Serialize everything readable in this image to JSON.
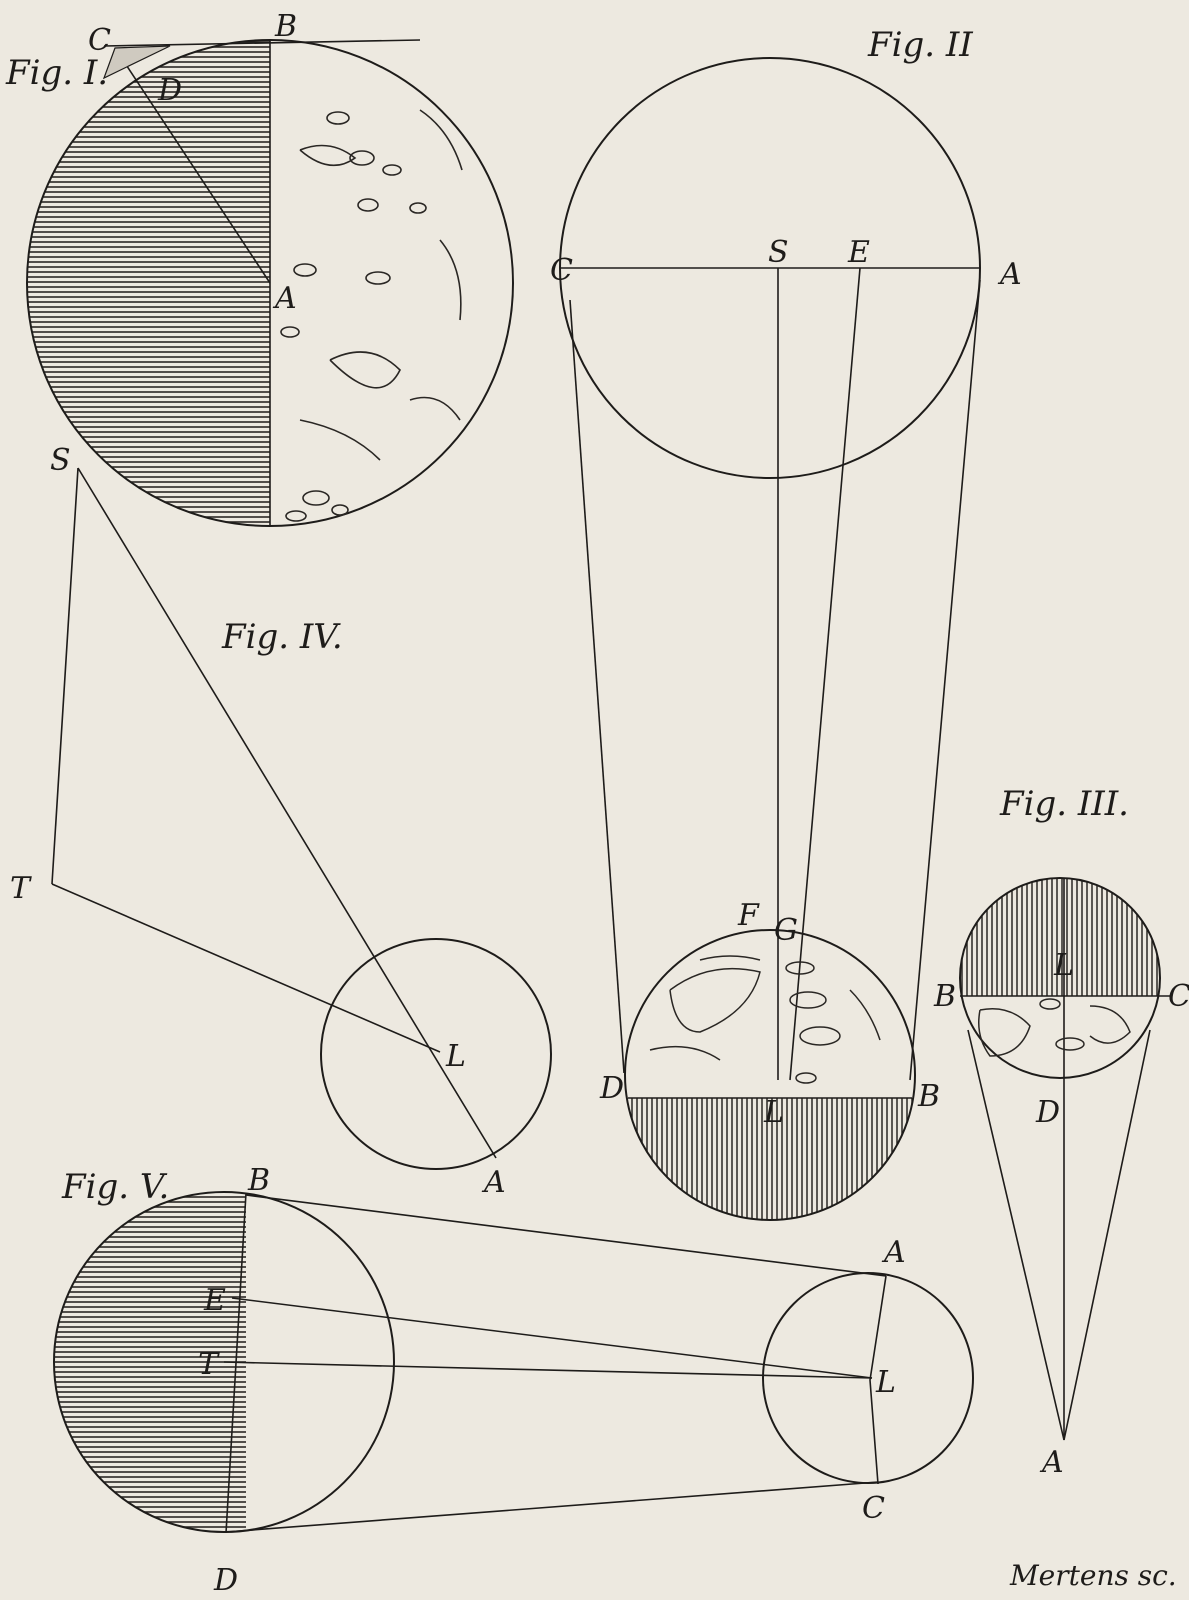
{
  "plate": {
    "colors": {
      "paper": "#ede9e0",
      "ink": "#1e1c1a"
    },
    "signature": "Mertens sc.",
    "figures": [
      {
        "id": "fig1",
        "title": "Fig. I.",
        "labels": {
          "C": "C",
          "B": "B",
          "D": "D",
          "A": "A"
        }
      },
      {
        "id": "fig2",
        "title": "Fig. II",
        "labels": {
          "C": "C",
          "S": "S",
          "E": "E",
          "A": "A",
          "F": "F",
          "G": "G",
          "D": "D",
          "L": "L",
          "B": "B"
        }
      },
      {
        "id": "fig3",
        "title": "Fig. III.",
        "labels": {
          "B": "B",
          "C": "C",
          "L": "L",
          "D": "D",
          "A": "A"
        }
      },
      {
        "id": "fig4",
        "title": "Fig. IV.",
        "labels": {
          "S": "S",
          "T": "T",
          "L": "L",
          "A": "A"
        }
      },
      {
        "id": "fig5",
        "title": "Fig. V.",
        "labels": {
          "B": "B",
          "E": "E",
          "T": "T",
          "D": "D",
          "A": "A",
          "L": "L",
          "C": "C"
        }
      }
    ]
  }
}
